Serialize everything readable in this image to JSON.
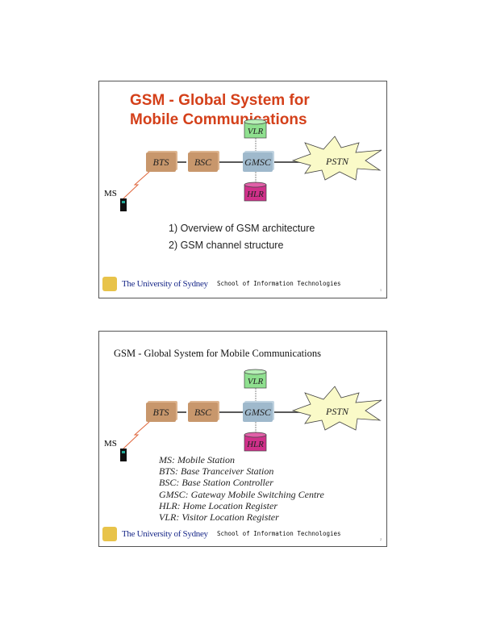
{
  "slides": [
    {
      "title": "GSM - Global System for Mobile Communications",
      "diagram": {
        "bts": "BTS",
        "bsc": "BSC",
        "gmsc": "GMSC",
        "vlr": "VLR",
        "hlr": "HLR",
        "pstn": "PSTN",
        "ms": "MS"
      },
      "bullets": [
        "1) Overview of GSM architecture",
        "2) GSM channel structure"
      ],
      "footer": {
        "university": "The University of Sydney",
        "school": "School of Information Technologies",
        "page": "1"
      }
    },
    {
      "title": "GSM - Global System for Mobile Communications",
      "diagram": {
        "bts": "BTS",
        "bsc": "BSC",
        "gmsc": "GMSC",
        "vlr": "VLR",
        "hlr": "HLR",
        "pstn": "PSTN",
        "ms": "MS"
      },
      "definitions": [
        "MS: Mobile Station",
        "BTS: Base Tranceiver Station",
        "BSC: Base Station Controller",
        "GMSC: Gateway Mobile Switching Centre",
        "HLR: Home Location Register",
        "VLR: Visitor Location Register"
      ],
      "footer": {
        "university": "The University of Sydney",
        "school": "School of Information Technologies",
        "page": "2"
      }
    }
  ],
  "colors": {
    "title": "#d4401a",
    "bts_bsc": "#c8976c",
    "gmsc": "#9fb9cc",
    "vlr": "#8fe08f",
    "hlr": "#d0308a",
    "pstn": "#fafac8"
  }
}
